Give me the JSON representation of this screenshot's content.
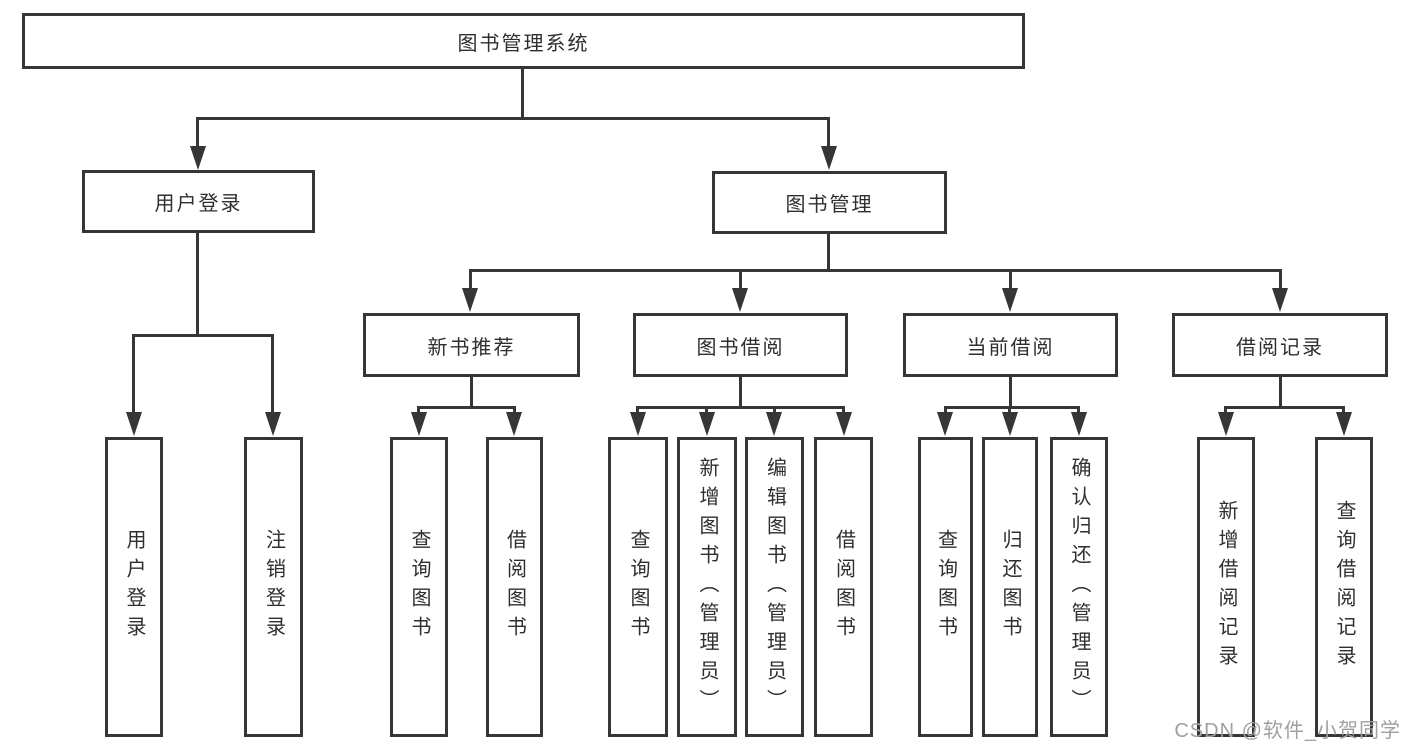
{
  "colors": {
    "line": "#363636",
    "box_border": "#363636",
    "text": "#2f2f2f",
    "watermark": "#a0a0a0",
    "background": "#ffffff"
  },
  "tree": {
    "root": {
      "label": "图书管理系统"
    },
    "branches": [
      {
        "label": "用户登录",
        "children": [
          {
            "label": "用户登录"
          },
          {
            "label": "注销登录"
          }
        ]
      },
      {
        "label": "图书管理",
        "sections": [
          {
            "label": "新书推荐",
            "children": [
              {
                "label": "查询图书"
              },
              {
                "label": "借阅图书"
              }
            ]
          },
          {
            "label": "图书借阅",
            "children": [
              {
                "label": "查询图书"
              },
              {
                "label": "新增图书（管理员）"
              },
              {
                "label": "编辑图书（管理员）"
              },
              {
                "label": "借阅图书"
              }
            ]
          },
          {
            "label": "当前借阅",
            "children": [
              {
                "label": "查询图书"
              },
              {
                "label": "归还图书"
              },
              {
                "label": "确认归还（管理员）"
              }
            ]
          },
          {
            "label": "借阅记录",
            "children": [
              {
                "label": "新增借阅记录"
              },
              {
                "label": "查询借阅记录"
              }
            ]
          }
        ]
      }
    ]
  },
  "watermark": {
    "text": "CSDN @软件_小贺同学"
  }
}
